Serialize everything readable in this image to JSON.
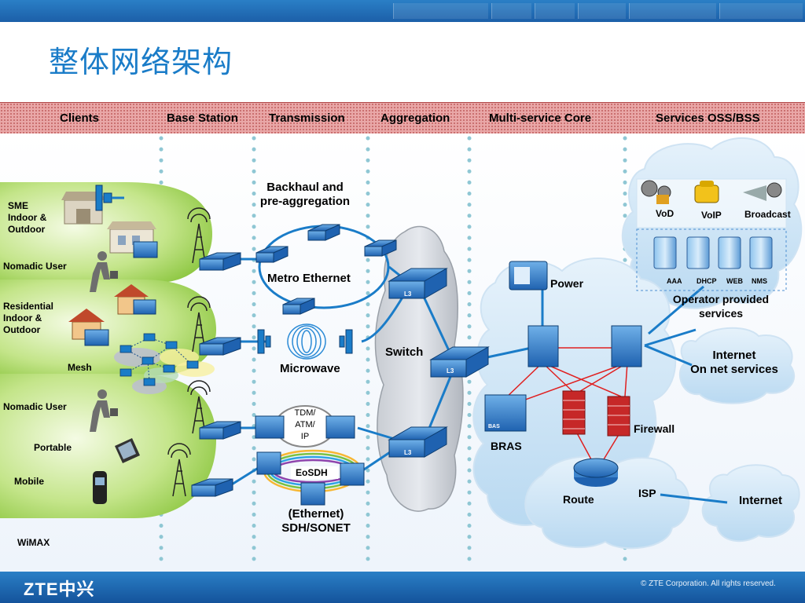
{
  "title": "整体网络架构",
  "columns": [
    "Clients",
    "Base Station",
    "Transmission",
    "Aggregation",
    "Multi-service Core",
    "Services OSS/BSS"
  ],
  "clients": {
    "sme": "SME\nIndoor &\nOutdoor",
    "nomadic_user_1": "Nomadic User",
    "residential": "Residential\nIndoor &\nOutdoor",
    "mesh": "Mesh",
    "nomadic_user_2": "Nomadic User",
    "portable": "Portable",
    "mobile": "Mobile",
    "wimax": "WiMAX"
  },
  "transmission": {
    "backhaul": "Backhaul and\npre-aggregation",
    "metro_ethernet": "Metro Ethernet",
    "microwave": "Microwave",
    "tdm": "TDM/\nATM/\nIP",
    "eosdh": "EoSDH",
    "sdh": "(Ethernet)\nSDH/SONET"
  },
  "aggregation": {
    "switch": "Switch",
    "l3": "L3"
  },
  "core": {
    "power": "Power",
    "bras": "BRAS",
    "bras_tag": "BAS",
    "firewall": "Firewall",
    "route": "Route",
    "isp": "ISP"
  },
  "services": {
    "vod": "VoD",
    "voip": "VoIP",
    "broadcast": "Broadcast",
    "aaa": "AAA",
    "dhcp": "DHCP",
    "web": "WEB",
    "nms": "NMS",
    "operator": "Operator provided\nservices",
    "internet_onnet": "Internet\nOn net services",
    "internet": "Internet"
  },
  "footer": {
    "logo": "ZTE中兴",
    "copyright": "© ZTE Corporation. All rights reserved."
  },
  "colors": {
    "brand_blue": "#1a7cc8",
    "header_band": "#e9a7a7",
    "link_blue": "#1a7cc8",
    "link_red": "#e02020",
    "green_zone": "#8cc63f"
  }
}
